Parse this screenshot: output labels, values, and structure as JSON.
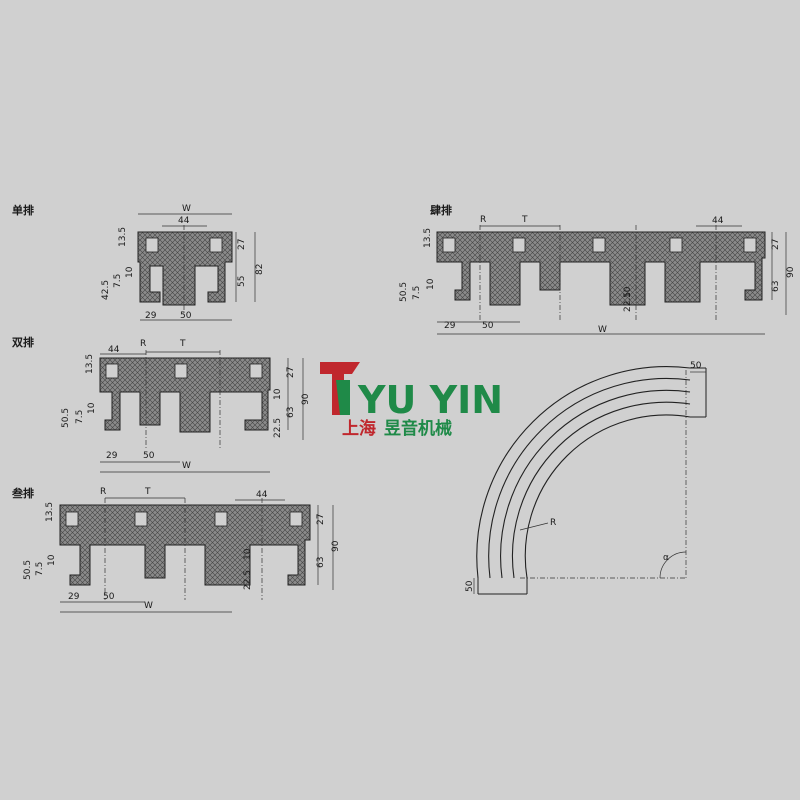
{
  "sections": {
    "single": {
      "title": "单排",
      "labels": {
        "W": "W",
        "d44": "44",
        "d13_5": "13.5",
        "d27": "27",
        "d55": "55",
        "d82": "82",
        "d42_5": "42.5",
        "d7_5": "7.5",
        "d10": "10",
        "d29": "29",
        "d50": "50"
      }
    },
    "double": {
      "title": "双排",
      "labels": {
        "d44": "44",
        "R": "R",
        "T": "T",
        "d13_5": "13.5",
        "d27": "27",
        "d90": "90",
        "d63": "63",
        "d10": "10",
        "d22_5": "22.5",
        "d50_5": "50.5",
        "d7_5": "7.5",
        "d10b": "10",
        "d29": "29",
        "d50": "50",
        "W": "W"
      }
    },
    "triple": {
      "title": "叁排",
      "labels": {
        "R": "R",
        "T": "T",
        "d44": "44",
        "d13_5": "13.5",
        "d27": "27",
        "d90": "90",
        "d63": "63",
        "d10": "10",
        "d22_5": "22.5",
        "d50_5": "50.5",
        "d7_5": "7.5",
        "d10b": "10",
        "d29": "29",
        "d50": "50",
        "W": "W"
      }
    },
    "quad": {
      "title": "肆排",
      "labels": {
        "R": "R",
        "T": "T",
        "d44": "44",
        "d13_5": "13.5",
        "d27": "27",
        "d90": "90",
        "d63": "63",
        "d10": "10",
        "d22_5": "22.5",
        "d50_5": "50.5",
        "d7_5": "7.5",
        "d10b": "10",
        "d29": "29",
        "d50": "50",
        "W": "W"
      }
    },
    "curve": {
      "labels": {
        "d50a": "50",
        "d50b": "50",
        "R": "R",
        "alpha": "α"
      }
    }
  },
  "logo": {
    "en": "YU YIN",
    "cn_red": "上海",
    "cn_green": "昱音机械"
  },
  "colors": {
    "background": "#d0d0d0",
    "logo_green": "#1f8a48",
    "logo_red": "#c0272d",
    "line": "#222222"
  }
}
